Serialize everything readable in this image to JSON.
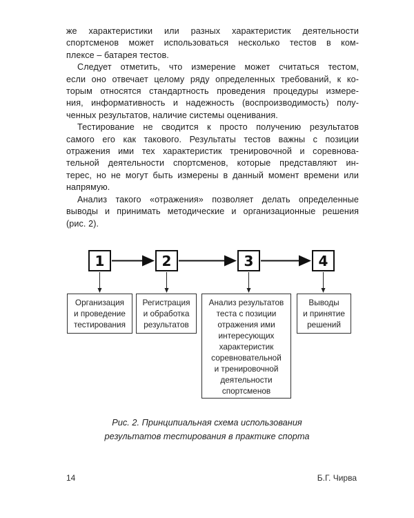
{
  "page": {
    "background": "#ffffff",
    "text_color": "#1c1c1c",
    "border_color": "#111111"
  },
  "body_text": {
    "paragraphs": [
      {
        "indent": false,
        "lines": [
          "же характеристики или разных характеристик деятельности",
          "спортсменов может использоваться несколько тестов в ком-",
          "плексе – батарея тестов."
        ]
      },
      {
        "indent": true,
        "lines": [
          "Следует отметить, что измерение может считаться тестом,",
          "если оно отвечает целому ряду определенных требований, к ко-",
          "торым относятся стандартность проведения процедуры измере-",
          "ния, информативность и надежность (воспроизводимость) полу-",
          "ченных результатов, наличие системы оценивания."
        ]
      },
      {
        "indent": true,
        "lines": [
          "Тестирование не сводится к просто получению результатов",
          "самого его как такового. Результаты тестов важны с позиции",
          "отражения ими тех характеристик тренировочной и соревнова-",
          "тельной деятельности спортсменов, которые представляют ин-",
          "терес, но не могут быть измерены в данный момент времени или",
          "напрямую."
        ]
      },
      {
        "indent": true,
        "lines": [
          "Анализ такого «отражения» позволяет делать определенные",
          "выводы и принимать методические и организационные решения",
          "(рис. 2)."
        ]
      }
    ]
  },
  "diagram": {
    "steps": [
      {
        "number": "1",
        "label": "Организация\nи проведение\nтестирования"
      },
      {
        "number": "2",
        "label": "Регистрация\nи обработка\nрезультатов"
      },
      {
        "number": "3",
        "label": "Анализ результатов\nтеста с позиции\nотражения ими\nинтересующих\nхарактеристик\nсоревновательной\nи тренировочной\nдеятельности\nспортсменов"
      },
      {
        "number": "4",
        "label": "Выводы\nи принятие\nрешений"
      }
    ]
  },
  "caption": {
    "text": "Рис. 2. Принципиальная схема использования\nрезультатов тестирования в практике спорта"
  },
  "footer": {
    "page_number": "14",
    "author": "Б.Г. Чирва"
  }
}
